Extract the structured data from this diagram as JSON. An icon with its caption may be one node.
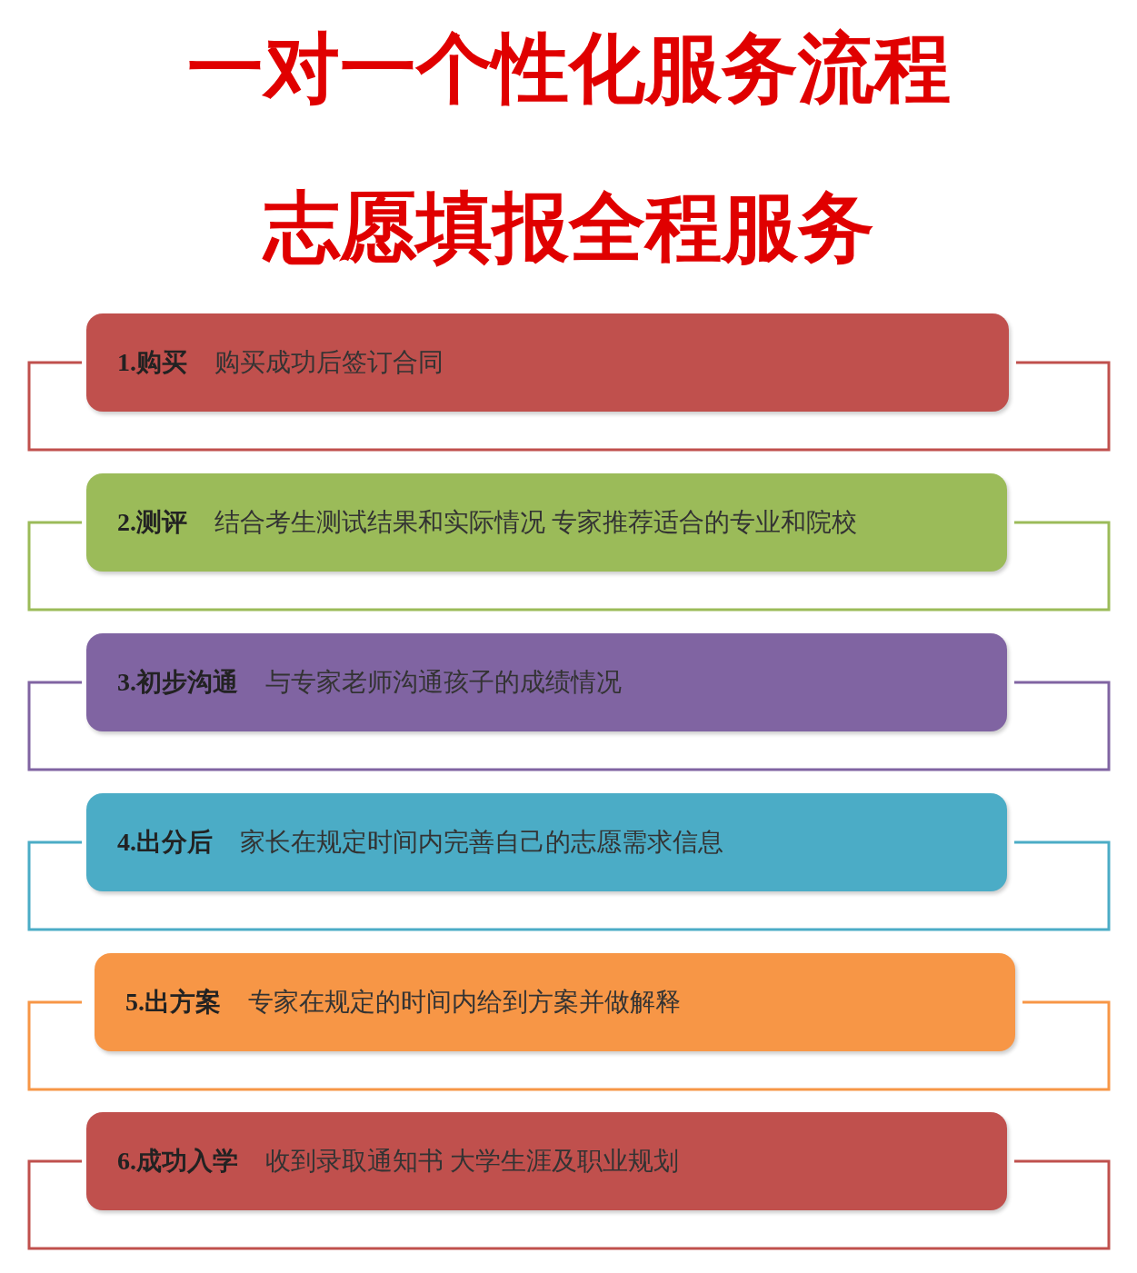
{
  "diagram": {
    "title": "一对一个性化服务流程",
    "nodes": [
      {
        "text": [
          "1.购买",
          "购买成功后签订合同"
        ]
      },
      {
        "text": [
          "2.测评",
          "结合考生测试结果和实际情况 专家推荐适合的专业和院校"
        ]
      },
      {
        "text": [
          "3.初步沟通",
          "与专家老师沟通孩子的成绩情况"
        ]
      },
      {
        "text": [
          "4.出分后",
          "家长在规定时间内完善自己的志愿需求信息"
        ]
      },
      {
        "text": [
          "5.出方案",
          "专家在规定的时间内给到方案并做解释"
        ]
      },
      {
        "text": [
          "6.成功入学",
          "收到录取通知书 大学生涯及职业规划"
        ]
      }
    ],
    "edges": [],
    "labels": [
      "志愿填报全程服务"
    ]
  }
}
